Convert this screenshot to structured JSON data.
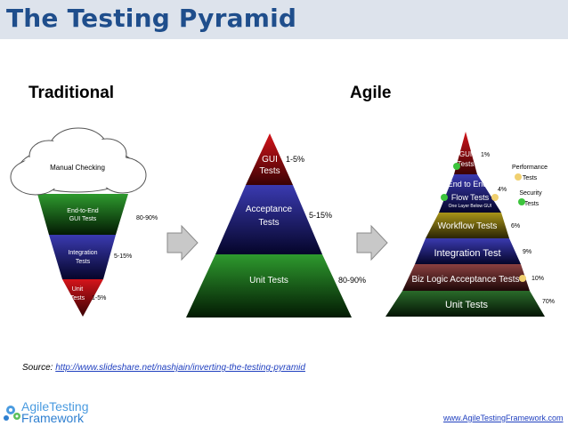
{
  "title": "The Testing Pyramid",
  "headers": {
    "traditional": "Traditional",
    "agile": "Agile"
  },
  "traditional": {
    "cloud": "Manual Checking",
    "layers": [
      {
        "line1": "End-to-End",
        "line2": "GUI Tests",
        "pct": "80-90%"
      },
      {
        "line1": "Integration",
        "line2": "Tests",
        "pct": "5-15%"
      },
      {
        "line1": "Unit",
        "line2": "Tests",
        "pct": "1-5%"
      }
    ]
  },
  "middle": {
    "layers": [
      {
        "line1": "GUI",
        "line2": "Tests",
        "pct": "1-5%"
      },
      {
        "line1": "Acceptance",
        "line2": "Tests",
        "pct": "5-15%"
      },
      {
        "line1": "Unit Tests",
        "line2": "",
        "pct": "80-90%"
      }
    ]
  },
  "agile": {
    "layers": {
      "gui": {
        "line1": "GUI",
        "line2": "Tests",
        "pct": "1%"
      },
      "e2e": {
        "line1": "End to End",
        "line2": "Flow Tests",
        "note": "One Layer Below GUI",
        "pct": "4%"
      },
      "workflow": {
        "label": "Workflow Tests",
        "pct": "6%"
      },
      "integration": {
        "label": "Integration Test",
        "pct": "9%"
      },
      "bizlogic": {
        "label": "Biz Logic Acceptance Tests",
        "pct": "10%"
      },
      "unit": {
        "label": "Unit Tests",
        "pct": "70%"
      }
    },
    "side": {
      "performance": {
        "line1": "Performance",
        "line2": "Tests"
      },
      "security": {
        "line1": "Security",
        "line2": "Tests"
      }
    }
  },
  "source": {
    "prefix": "Source: ",
    "link": "http://www.slideshare.net/nashjain/inverting-the-testing-pyramid"
  },
  "footer": {
    "url": "www.AgileTestingFramework.com"
  },
  "logo": {
    "line1": "AgileTesting",
    "line2": "Framework"
  },
  "colors": {
    "title": "#1f4e8c",
    "red": "#a80f14",
    "blue": "#23237a",
    "green": "#1f7a1f",
    "olive": "#7a6a14",
    "brown": "#6b2e2e"
  }
}
